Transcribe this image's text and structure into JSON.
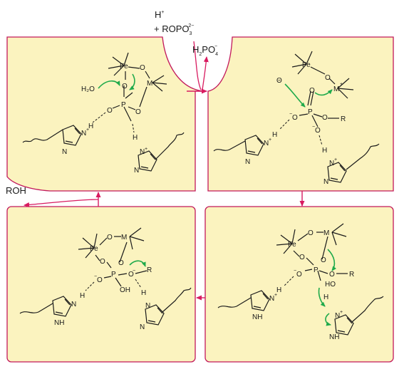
{
  "colors": {
    "panel_fill": "#fbf3bf",
    "panel_stroke": "#c2185b",
    "flow_arrow": "#d81b60",
    "curved_arrow": "#1faa4b",
    "bond": "#1a1a1a"
  },
  "inputs": {
    "proton": "H",
    "proton_charge": "+",
    "plus": "+ ROPO",
    "plus_sub": "3",
    "plus_sup": "2−"
  },
  "output_phosphate": {
    "main": "H",
    "sub1": "2",
    "mid": "PO",
    "sub2": "4",
    "sup": "−"
  },
  "output_alcohol": "ROH",
  "atoms": {
    "Fe": "Fe",
    "M": "M",
    "O": "O",
    "P": "P",
    "H": "H",
    "N": "N",
    "NH": "NH",
    "OH": "OH",
    "HO": "HO",
    "R": "R",
    "plus": "+",
    "minus": "−",
    "water": "H₂O",
    "hydroxide": "Θ"
  }
}
